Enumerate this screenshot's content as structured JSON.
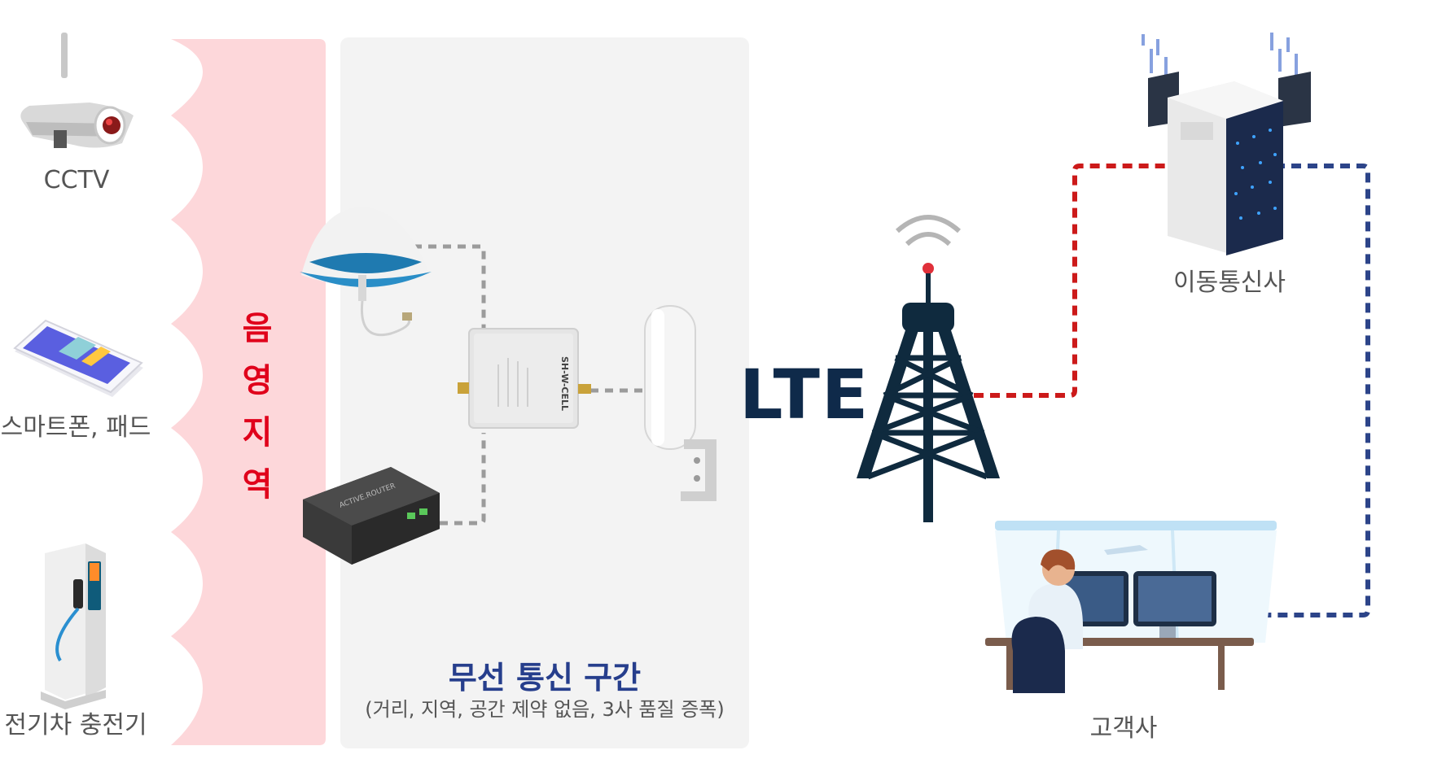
{
  "left_devices": [
    {
      "label": "CCTV",
      "icon": "cctv-camera-icon"
    },
    {
      "label": "스마트폰, 패드",
      "icon": "smartphone-icon"
    },
    {
      "label": "전기차 충전기",
      "icon": "ev-charger-icon"
    }
  ],
  "shadow_area": {
    "chars": [
      "음",
      "영",
      "지",
      "역"
    ],
    "color": "#e0001b",
    "band_color": "#fdd7da"
  },
  "wireless_section": {
    "title": "무선 통신 구간",
    "subtitle": "(거리, 지역, 공간 제약 없음, 3사 품질 증폭)",
    "repeater_brand": "SH-W-CELL",
    "router_brand": "ACTIVE.ROUTER"
  },
  "lte_label": "LTE",
  "carrier_label": "이동통신사",
  "customer_label": "고객사",
  "colors": {
    "carrier_line": "#cc1a1a",
    "customer_line": "#2c4489",
    "lte_text": "#0f2a4a",
    "section_title": "#263e8c"
  }
}
